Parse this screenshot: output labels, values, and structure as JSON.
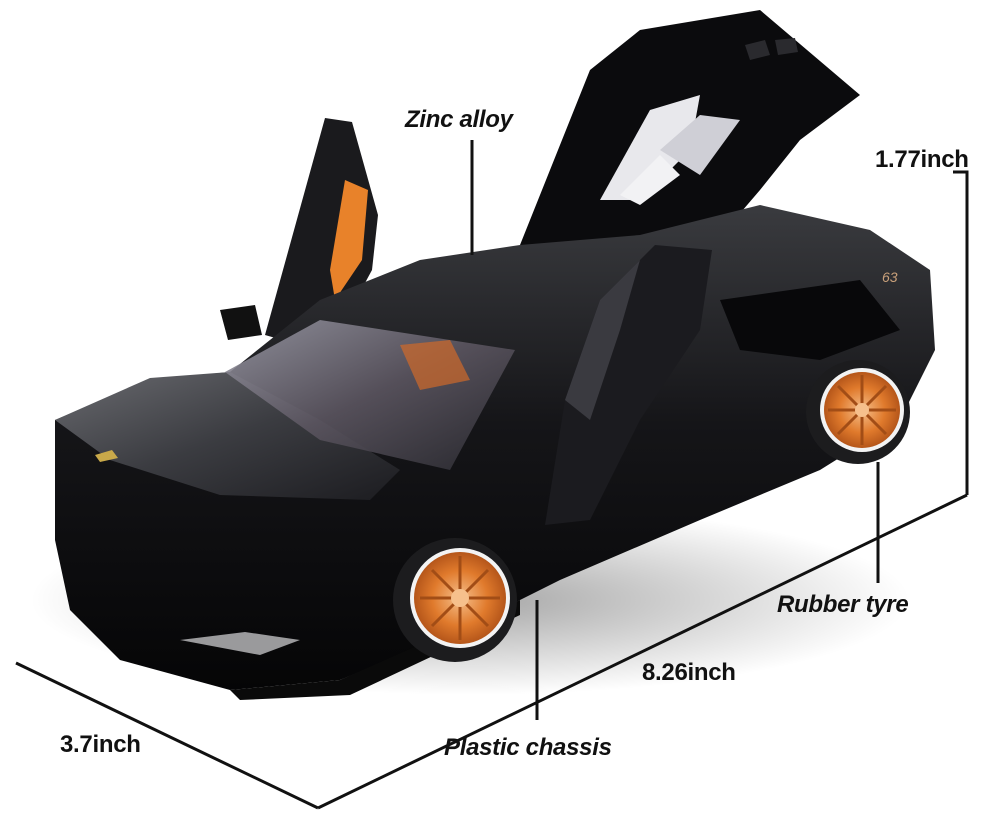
{
  "image": {
    "subject": "black die-cast model sports car with open scissor doors and raised rear engine cover",
    "background_color": "#ffffff",
    "body_color": "#0d0d0f",
    "wheel_color": "#e07a2c",
    "line_color": "#111111"
  },
  "annotations": {
    "material_top": "Zinc alloy",
    "tyre": "Rubber  tyre",
    "chassis": "Plastic chassis"
  },
  "dimensions": {
    "height": "1.77inch",
    "length": "8.26inch",
    "width": "3.7inch"
  }
}
